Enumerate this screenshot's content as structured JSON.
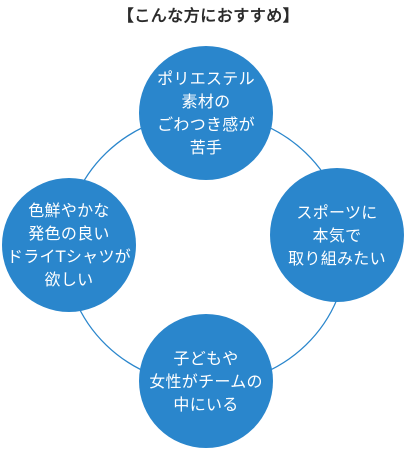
{
  "title": "【こんな方におすすめ】",
  "colors": {
    "circle_fill": "#2a86cc",
    "connector": "#2a86cc",
    "text": "#ffffff",
    "title_text": "#2b2b2b"
  },
  "circles": {
    "top": {
      "lines": [
        "ポリエステル",
        "素材の",
        "ごわつき感が",
        "苦手"
      ]
    },
    "right": {
      "lines": [
        "スポーツに",
        "本気で",
        "取り組みたい"
      ]
    },
    "bottom": {
      "lines": [
        "子どもや",
        "女性がチームの",
        "中にいる"
      ]
    },
    "left": {
      "lines": [
        "色鮮やかな",
        "発色の良い",
        "ドライTシャツが",
        "欲しい"
      ]
    }
  }
}
